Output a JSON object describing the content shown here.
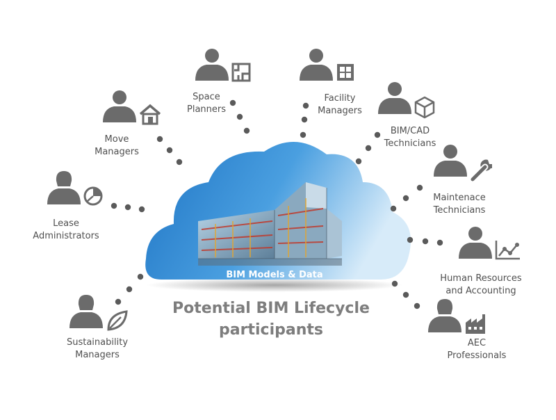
{
  "center": {
    "cloud_caption": "BIM Models & Data",
    "title_line1": "Potential BIM Lifecycle",
    "title_line2": "participants"
  },
  "participants": [
    {
      "id": "space-planners",
      "line1": "Space",
      "line2": "Planners",
      "icon": "floor-plan-icon",
      "gender": "male"
    },
    {
      "id": "facility-managers",
      "line1": "Facility",
      "line2": "Managers",
      "icon": "building-icon",
      "gender": "male"
    },
    {
      "id": "move-managers",
      "line1": "Move",
      "line2": "Managers",
      "icon": "house-icon",
      "gender": "male"
    },
    {
      "id": "bim-cad-technicians",
      "line1": "BIM/CAD",
      "line2": "Technicians",
      "icon": "cube-icon",
      "gender": "male"
    },
    {
      "id": "maintenance-technicians",
      "line1": "Maintenace",
      "line2": "Technicians",
      "icon": "wrench-icon",
      "gender": "male"
    },
    {
      "id": "lease-administrators",
      "line1": "Lease",
      "line2": "Administrators",
      "icon": "pie-chart-icon",
      "gender": "female"
    },
    {
      "id": "human-resources",
      "line1": "Human Resources",
      "line2": "and Accounting",
      "icon": "line-chart-icon",
      "gender": "male"
    },
    {
      "id": "sustainability-managers",
      "line1": "Sustainability",
      "line2": "Managers",
      "icon": "leaf-icon",
      "gender": "female"
    },
    {
      "id": "aec-professionals",
      "line1": "AEC",
      "line2": "Professionals",
      "icon": "factory-icon",
      "gender": "female"
    }
  ],
  "colors": {
    "person": "#6b6b6b",
    "dots": "#5a5a5a",
    "cloud_light": "#cfe5f7",
    "cloud_dark": "#1e78c8",
    "text": "#4f4f4f",
    "title": "#7d7d7d"
  }
}
